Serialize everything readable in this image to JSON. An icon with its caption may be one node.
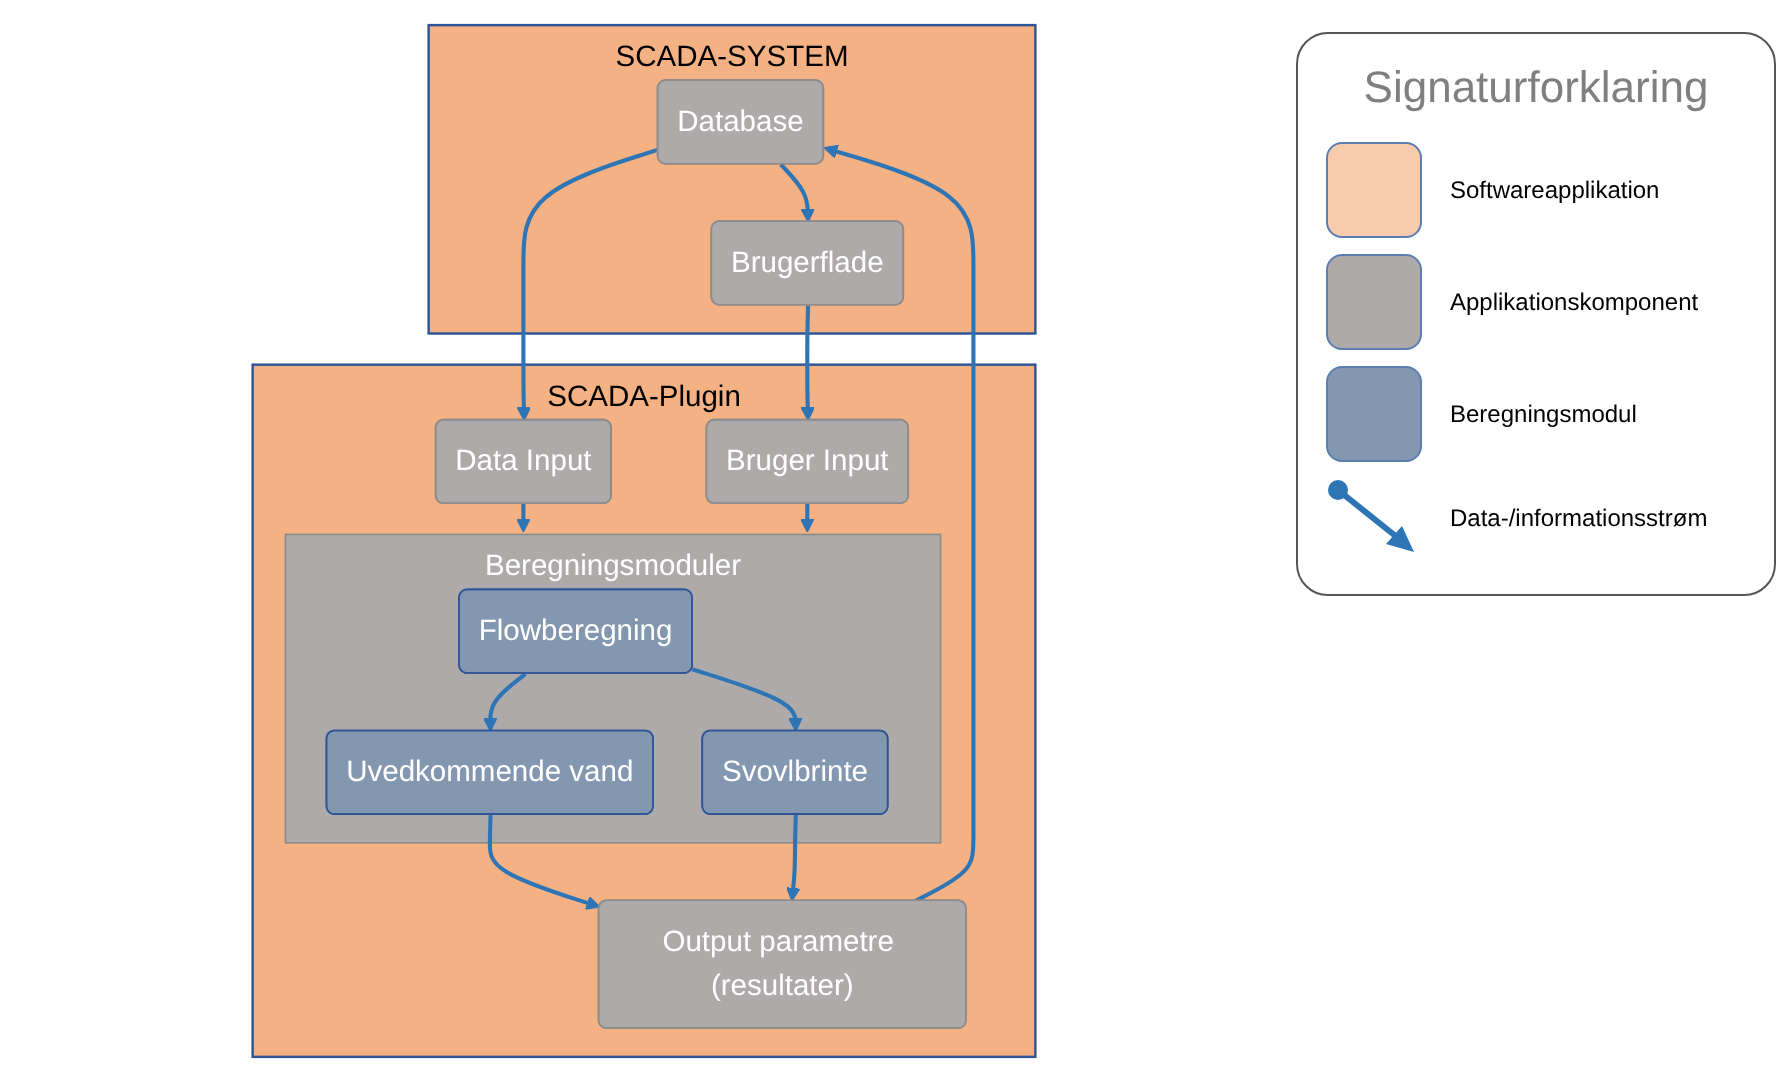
{
  "diagram": {
    "nodes": [
      {
        "text": [
          "SCADA-SYSTEM"
        ]
      },
      {
        "text": [
          "Database"
        ],
        "in": 0
      },
      {
        "text": [
          "Brugerflade"
        ],
        "in": 0
      },
      {
        "text": [
          "SCADA-Plugin"
        ]
      },
      {
        "text": [
          "Data Input"
        ],
        "in": 3
      },
      {
        "text": [
          "Bruger Input"
        ],
        "in": 3
      },
      {
        "text": [
          "Beregningsmoduler"
        ],
        "in": 3
      },
      {
        "text": [
          "Flowberegning"
        ],
        "in": 6
      },
      {
        "text": [
          "Uvedkommende vand"
        ],
        "in": 6
      },
      {
        "text": [
          "Svovlbrinte"
        ],
        "in": 6
      },
      {
        "text": [
          "Output parametre (resultater)"
        ],
        "in": 3
      }
    ],
    "edges": [
      {
        "from": 1,
        "to": 2,
        "arrow": "to"
      },
      {
        "from": 1,
        "to": 4,
        "arrow": "to"
      },
      {
        "from": 2,
        "to": 5,
        "arrow": "to"
      },
      {
        "from": 4,
        "to": 6,
        "arrow": "to"
      },
      {
        "from": 5,
        "to": 6,
        "arrow": "to"
      },
      {
        "from": 7,
        "to": 8,
        "arrow": "to"
      },
      {
        "from": 7,
        "to": 9,
        "arrow": "to"
      },
      {
        "from": 8,
        "to": 10,
        "arrow": "to"
      },
      {
        "from": 9,
        "to": 10,
        "arrow": "to"
      },
      {
        "from": 10,
        "to": 1,
        "arrow": "to"
      }
    ],
    "labels": [
      "Signaturforklaring"
    ],
    "legend": [
      {
        "text": "Softwareapplikation",
        "color": "#f8cbad"
      },
      {
        "text": "Applikationskomponent",
        "color": "#aeaaaa"
      },
      {
        "text": "Beregningsmodul",
        "color": "#8497b0"
      },
      {
        "text": "Data-/informationsstrøm"
      }
    ]
  }
}
